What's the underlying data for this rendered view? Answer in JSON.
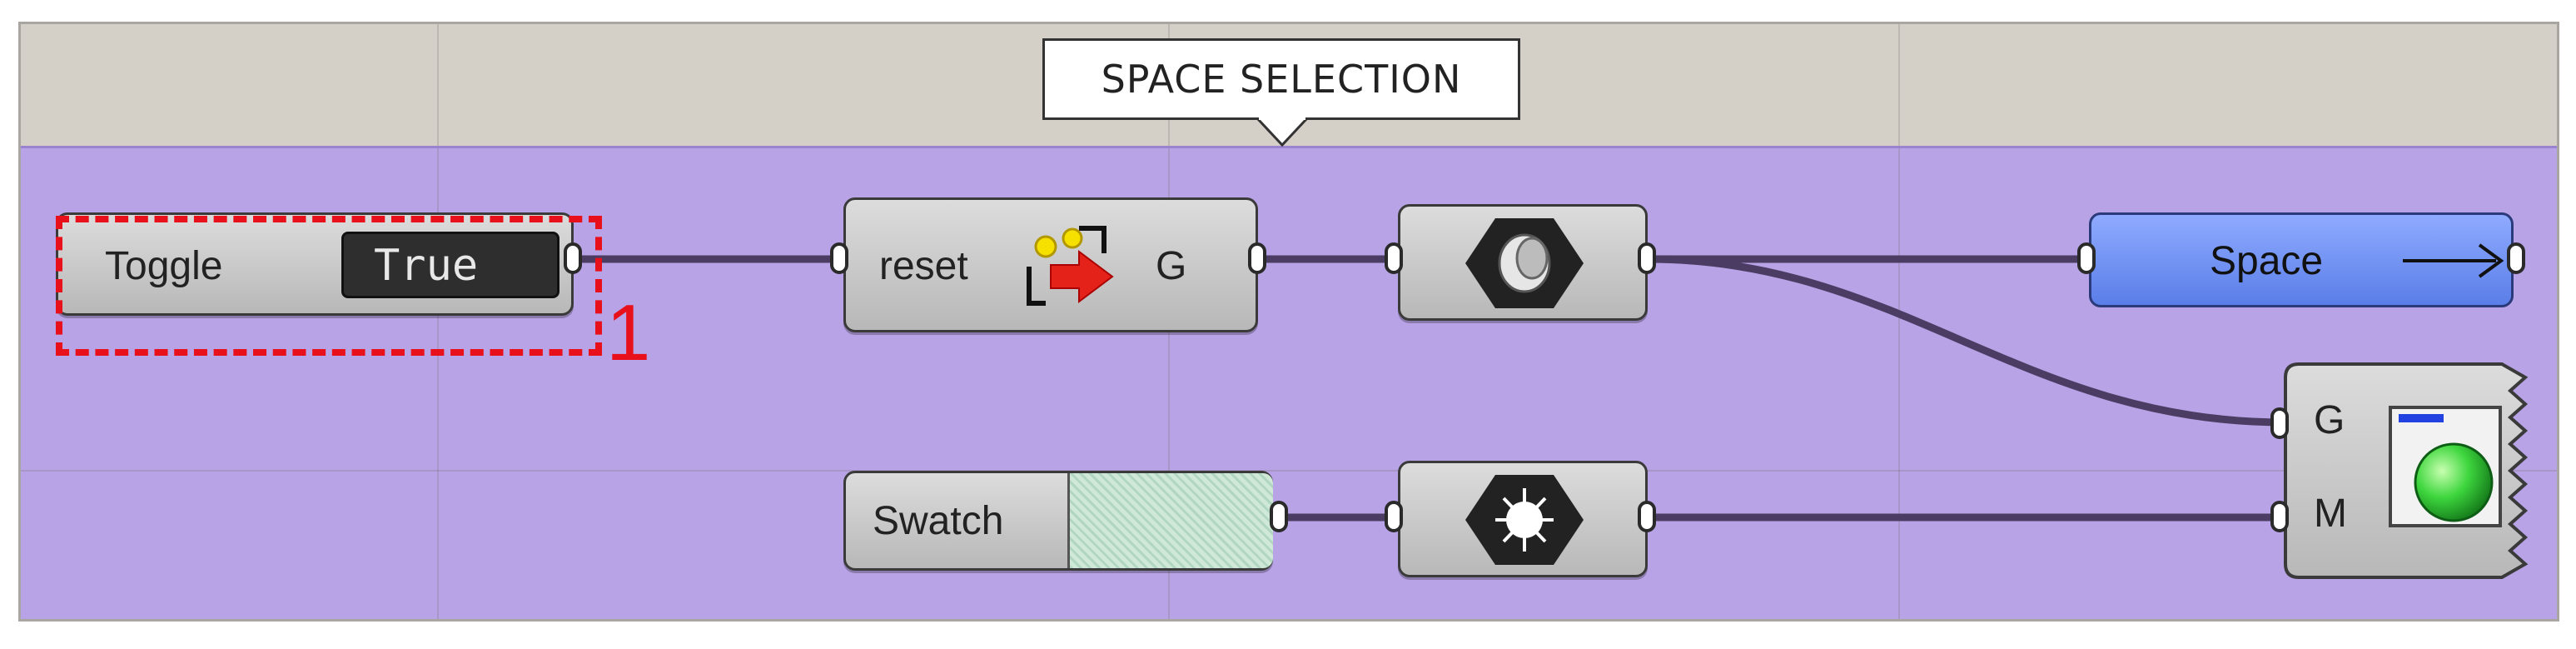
{
  "group_label": "SPACE SELECTION",
  "marker_label": "1",
  "colors": {
    "group_fill": "#b8a3e6",
    "canvas": "#d4d0c8",
    "wire": "#4a3c63",
    "highlight": "#e8101a",
    "panel_fill": "#6c8ef0"
  },
  "components": {
    "toggle": {
      "label": "Toggle",
      "value": "True"
    },
    "reset": {
      "input": "reset",
      "output": "G",
      "icon": "reset-geometry-icon"
    },
    "geometry_param": {
      "icon": "geometry-param-icon"
    },
    "space_panel": {
      "label": "Space",
      "icon": "arrow-right-icon"
    },
    "swatch": {
      "label": "Swatch"
    },
    "colour_param": {
      "icon": "colour-param-icon"
    },
    "preview": {
      "input_g": "G",
      "input_m": "M",
      "icon": "custom-preview-icon"
    }
  }
}
